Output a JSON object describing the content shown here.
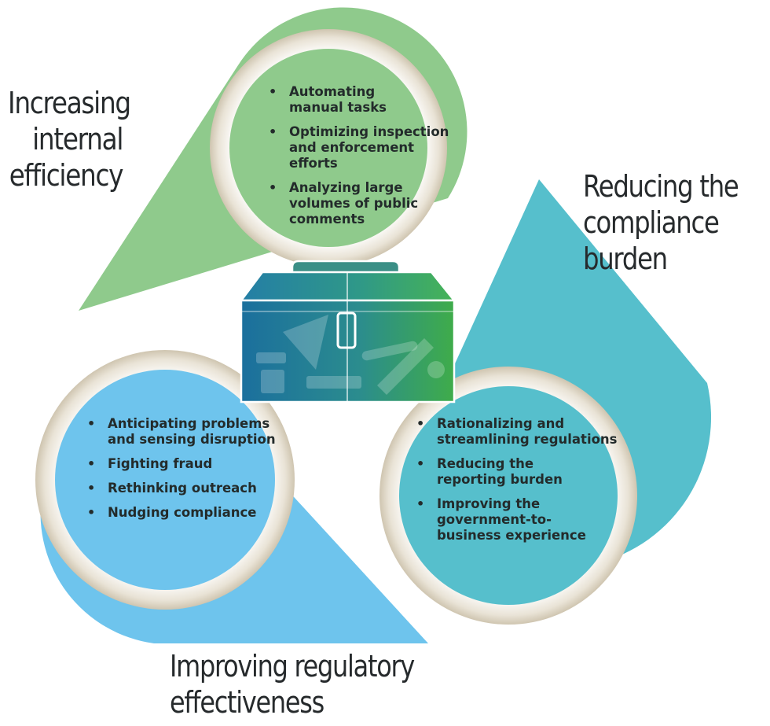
{
  "colors": {
    "green": "#8fca8c",
    "blue": "#6ec4ed",
    "teal": "#56bfcc",
    "ring": "#e9e3d6",
    "toolbox_left": "#1b6f9d",
    "toolbox_right": "#3fac4a"
  },
  "pillars": [
    {
      "id": "internal-efficiency",
      "heading": [
        "Increasing",
        "internal",
        "efficiency"
      ],
      "items": [
        [
          "Automating",
          "manual tasks"
        ],
        [
          "Optimizing inspection",
          "and enforcement",
          "efforts"
        ],
        [
          "Analyzing large",
          "volumes of public",
          "comments"
        ]
      ]
    },
    {
      "id": "compliance-burden",
      "heading": [
        "Reducing the",
        "compliance",
        "burden"
      ],
      "items": [
        [
          "Rationalizing and",
          "streamlining regulations"
        ],
        [
          "Reducing the",
          "reporting burden"
        ],
        [
          "Improving the",
          "government-to-",
          "business experience"
        ]
      ]
    },
    {
      "id": "regulatory-effectiveness",
      "heading": [
        "Improving regulatory",
        "effectiveness"
      ],
      "items": [
        [
          "Anticipating problems",
          "and sensing disruption"
        ],
        [
          "Fighting fraud"
        ],
        [
          "Rethinking outreach"
        ],
        [
          "Nudging compliance"
        ]
      ]
    }
  ],
  "center": {
    "icon": "toolbox-icon"
  }
}
